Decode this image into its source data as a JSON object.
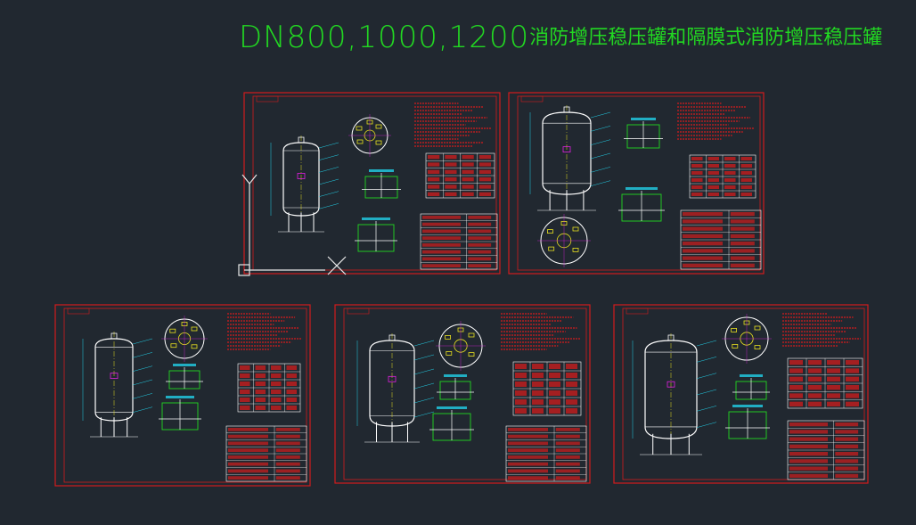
{
  "title": {
    "code": "DN800,1000,1200",
    "text": "消防增压稳压罐和隔膜式消防增压稳压罐"
  },
  "ucs_icon": {
    "label": "Y"
  },
  "colors": {
    "background": "#212830",
    "frame": "#d21c1c",
    "title_text": "#22d822",
    "vessel": "#ffffff",
    "yellow": "#e8e020",
    "cyan": "#22d0e8",
    "magenta": "#e020e0",
    "green": "#22d822"
  },
  "sheets": [
    {
      "id": "sheet-1"
    },
    {
      "id": "sheet-2"
    },
    {
      "id": "sheet-3"
    },
    {
      "id": "sheet-4"
    },
    {
      "id": "sheet-5"
    }
  ]
}
